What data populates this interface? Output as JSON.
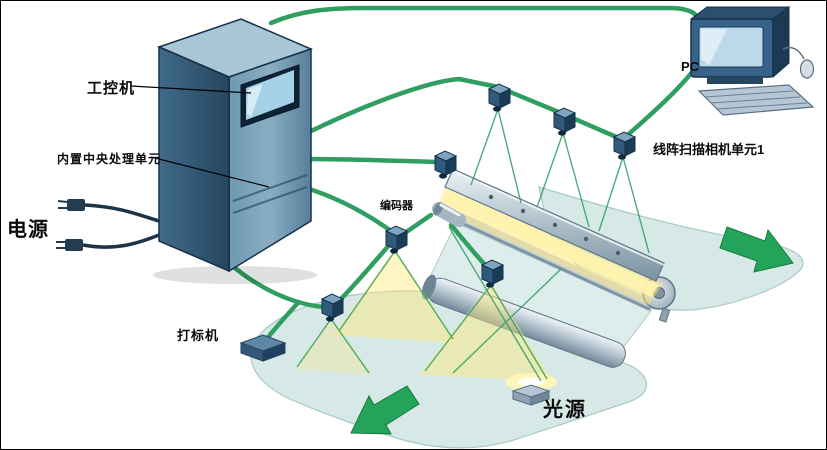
{
  "diagram": {
    "labels": {
      "industrial_pc": "工控机",
      "cpu_unit": "内置中央处理单元",
      "power": "电源",
      "pc": "PC",
      "line_camera_unit": "线阵扫描相机单元1",
      "encoder": "编码器",
      "marking_machine": "打标机",
      "light_source": "光源"
    },
    "colors": {
      "cable_green": "#2f9e60",
      "arrow_green": "#23a45a",
      "fabric_teal": "#d6e9e6",
      "glow_yellow": "#ffe87a",
      "steel_dark": "#2c4f6d",
      "steel_light": "#b6c6d4"
    }
  }
}
